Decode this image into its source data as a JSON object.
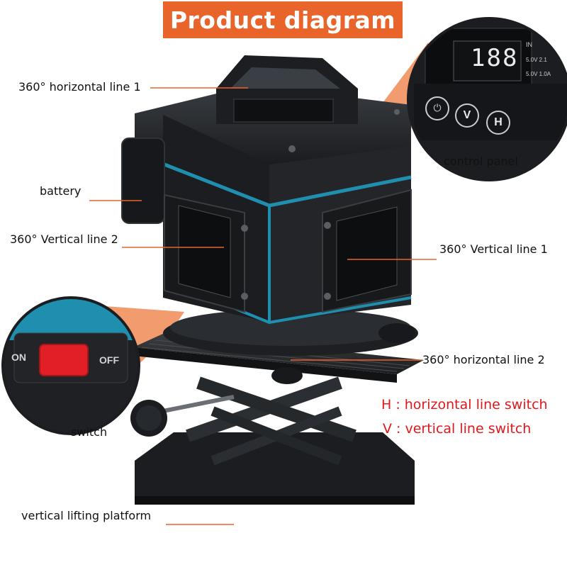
{
  "title": "Product diagram",
  "labels": {
    "horizontal_line_1": "360° horizontal line 1",
    "control_panel": "control panel",
    "battery": "battery",
    "vertical_line_2": "360° Vertical line 2",
    "vertical_line_1": "360° Vertical line 1",
    "horizontal_line_2": "360° horizontal line 2",
    "switch": "switch",
    "lifting_platform": "vertical lifting platform"
  },
  "legend": {
    "h": "H : horizontal line switch",
    "v": "V : vertical line switch"
  },
  "display": {
    "digits": "188",
    "readings": [
      "IN",
      "5.0V 2.1",
      "5.0V 1.0A"
    ]
  },
  "panel_buttons": [
    "V",
    "H"
  ],
  "switch_text": {
    "on": "ON",
    "off": "OFF"
  },
  "colors": {
    "title_bg": "#e8642a",
    "accent_teal": "#1f8fb0",
    "legend_red": "#e4161a",
    "callout_orange": "#f08a55"
  }
}
